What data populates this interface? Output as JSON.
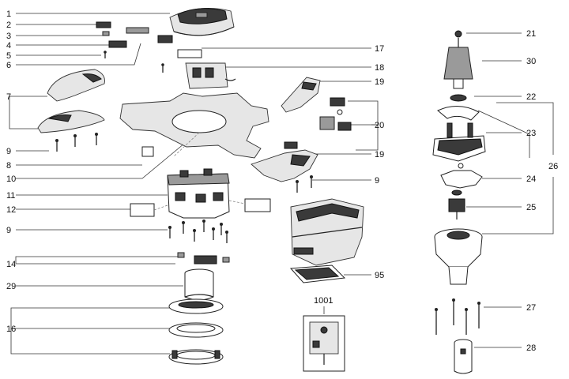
{
  "diagram": {
    "callouts": {
      "c1": "1",
      "c2": "2",
      "c3": "3",
      "c4": "4",
      "c5": "5",
      "c6": "6",
      "c7": "7",
      "c8": "8",
      "c9a": "9",
      "c9b": "9",
      "c9c": "9",
      "c10": "10",
      "c11": "11",
      "c12": "12",
      "c14": "14",
      "c16": "16",
      "c17": "17",
      "c18": "18",
      "c19a": "19",
      "c19b": "19",
      "c20": "20",
      "c21": "21",
      "c22": "22",
      "c23": "23",
      "c24": "24",
      "c25": "25",
      "c26": "26",
      "c27": "27",
      "c28": "28",
      "c29": "29",
      "c30": "30",
      "c95": "95",
      "c1001": "1001"
    }
  }
}
